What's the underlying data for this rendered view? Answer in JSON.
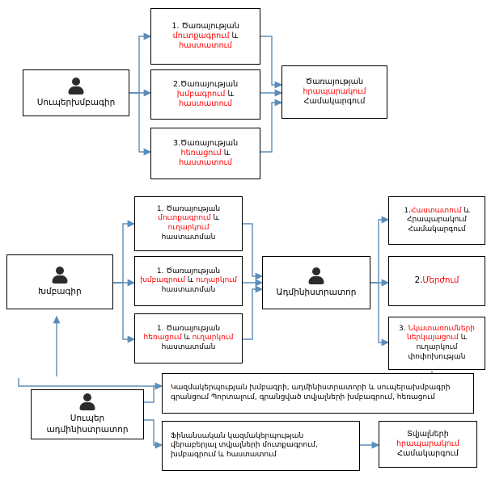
{
  "diagram": {
    "title": "Armenian workflow flowchart (three process sections)",
    "colors": {
      "text": "#000000",
      "highlight": "#ff0000",
      "connector": "#5b8db8",
      "border": "#000000",
      "background": "#ffffff"
    },
    "section1": {
      "actor": {
        "label": "Սուպերխմբագիր",
        "icon": "user-icon"
      },
      "steps": [
        {
          "num": "1. ",
          "line1_black": "Ծառայության",
          "line2_red": "մուտքագրում",
          "line2_black": " և",
          "line3_red": "հաստատում"
        },
        {
          "num": "2.",
          "line1_black": "Ծառայության",
          "line2_red": "խմբագրում",
          "line2_black": " և",
          "line3_red": "հաստատում"
        },
        {
          "num": "3.",
          "line1_black": "Ծառայության",
          "line2_red": "հեռացում",
          "line2_black": " և",
          "line3_red": "հաստատում"
        }
      ],
      "result": {
        "line1": "Ծառայության",
        "line2_red": "հրապարակում",
        "line3": "Համակարգում"
      }
    },
    "section2": {
      "actor_left": {
        "label": "Խմբագիր",
        "icon": "user-icon"
      },
      "actor_mid": {
        "label": "Ադմինիստրատոր",
        "icon": "user-icon"
      },
      "steps": [
        {
          "num": "1. ",
          "l1": "Ծառայության",
          "l2_red": "մուտքագրում",
          "l2_and": " և",
          "l3_red": "ուղարկում",
          "l4": "հաստատման"
        },
        {
          "num": "1. ",
          "l1": "Ծառայության",
          "l2_red": "խմբագրում",
          "l2_and": " և ",
          "l2_red2": "ուղարկում",
          "l4": "հաստատման"
        },
        {
          "num": "1. ",
          "l1": "Ծառայության",
          "l2_red": "հեռացում",
          "l2_and": " և ",
          "l2_red2": "ուղարկում",
          "l4": "հաստատման"
        }
      ],
      "results": [
        {
          "num": "1.",
          "r1_red": "Հաստատում",
          "r1_and": " և",
          "r2": "Հրապարակում",
          "r3": "Համակարգում"
        },
        {
          "num": "2.",
          "r1_red": "Մերժում"
        },
        {
          "num": "3. ",
          "r1_red": "Նկատառումների",
          "r2_red": "ներկայացում",
          "r2_and": " և",
          "r3": "ուղարկում",
          "r4": "փոփոխության"
        }
      ]
    },
    "section3": {
      "actor": {
        "label_line1": "Սուպեր",
        "label_line2": "ադմինիստրատոր",
        "icon": "user-icon"
      },
      "task_top": {
        "line1": "Կազմակերպության խմբագրի, ադմինիստրատորի և սուպերախմբագրի",
        "line2": "գրանցում Պորտալում, գրանցված տվյալների խմբագրում, հեռացում"
      },
      "task_bottom": {
        "line1": "Ֆինանսական կազմակերպության",
        "line2": "վերաբերյալ տվյալների մուտքագրում,",
        "line3": "խմբագրում և հաստատում"
      },
      "result": {
        "line1": "Տվյալների",
        "line2_red": "հրապարակում",
        "line3": "Համակարգում"
      }
    }
  }
}
